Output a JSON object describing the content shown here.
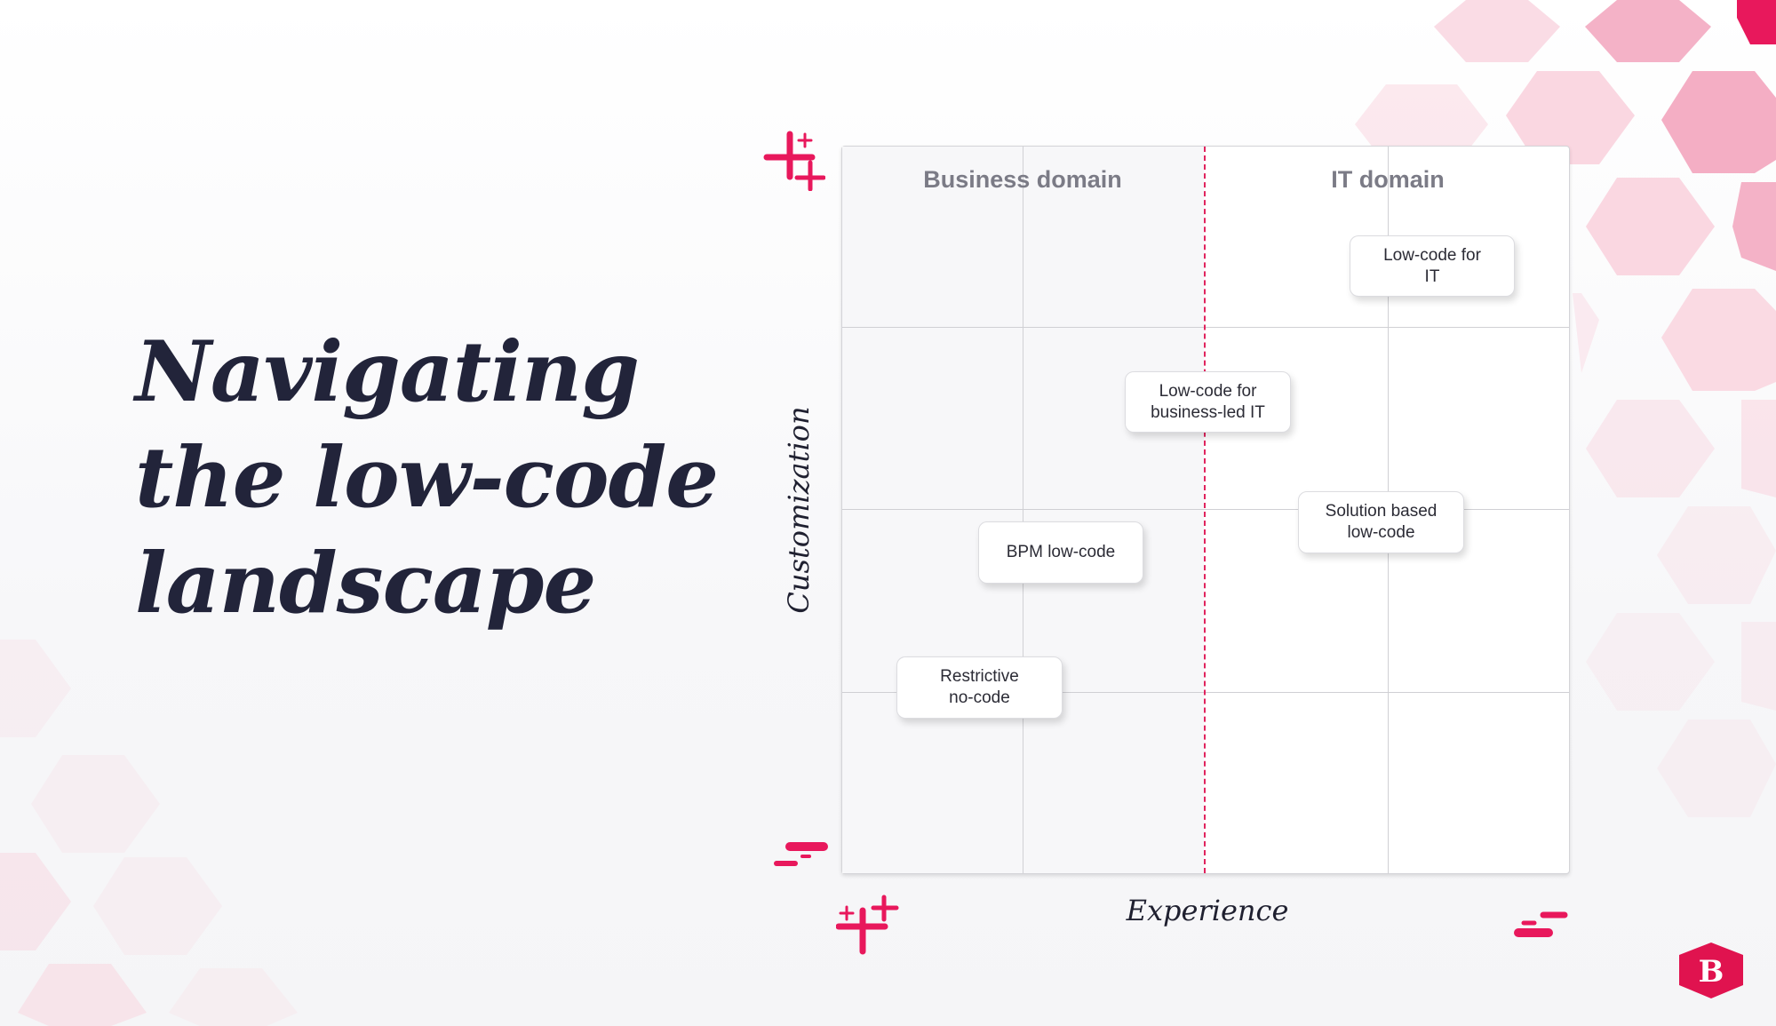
{
  "title_lines": [
    "Navigating",
    "the low-code",
    "landscape"
  ],
  "quadrant": {
    "left_domain": "Business domain",
    "right_domain": "IT domain",
    "x_axis_label": "Experience",
    "y_axis_label": "Customization",
    "items": [
      {
        "label": "Low-code for IT"
      },
      {
        "label": "Low-code for business-led IT"
      },
      {
        "label": "Solution based low-code"
      },
      {
        "label": "BPM low-code"
      },
      {
        "label": "Restrictive no-code"
      }
    ]
  },
  "icons": {
    "high_marker": "plus-icon",
    "low_marker": "minus-icon",
    "logo": "B"
  },
  "colors": {
    "accent": "#e8185c",
    "text": "#22243a",
    "domain": "#7b7b86"
  }
}
